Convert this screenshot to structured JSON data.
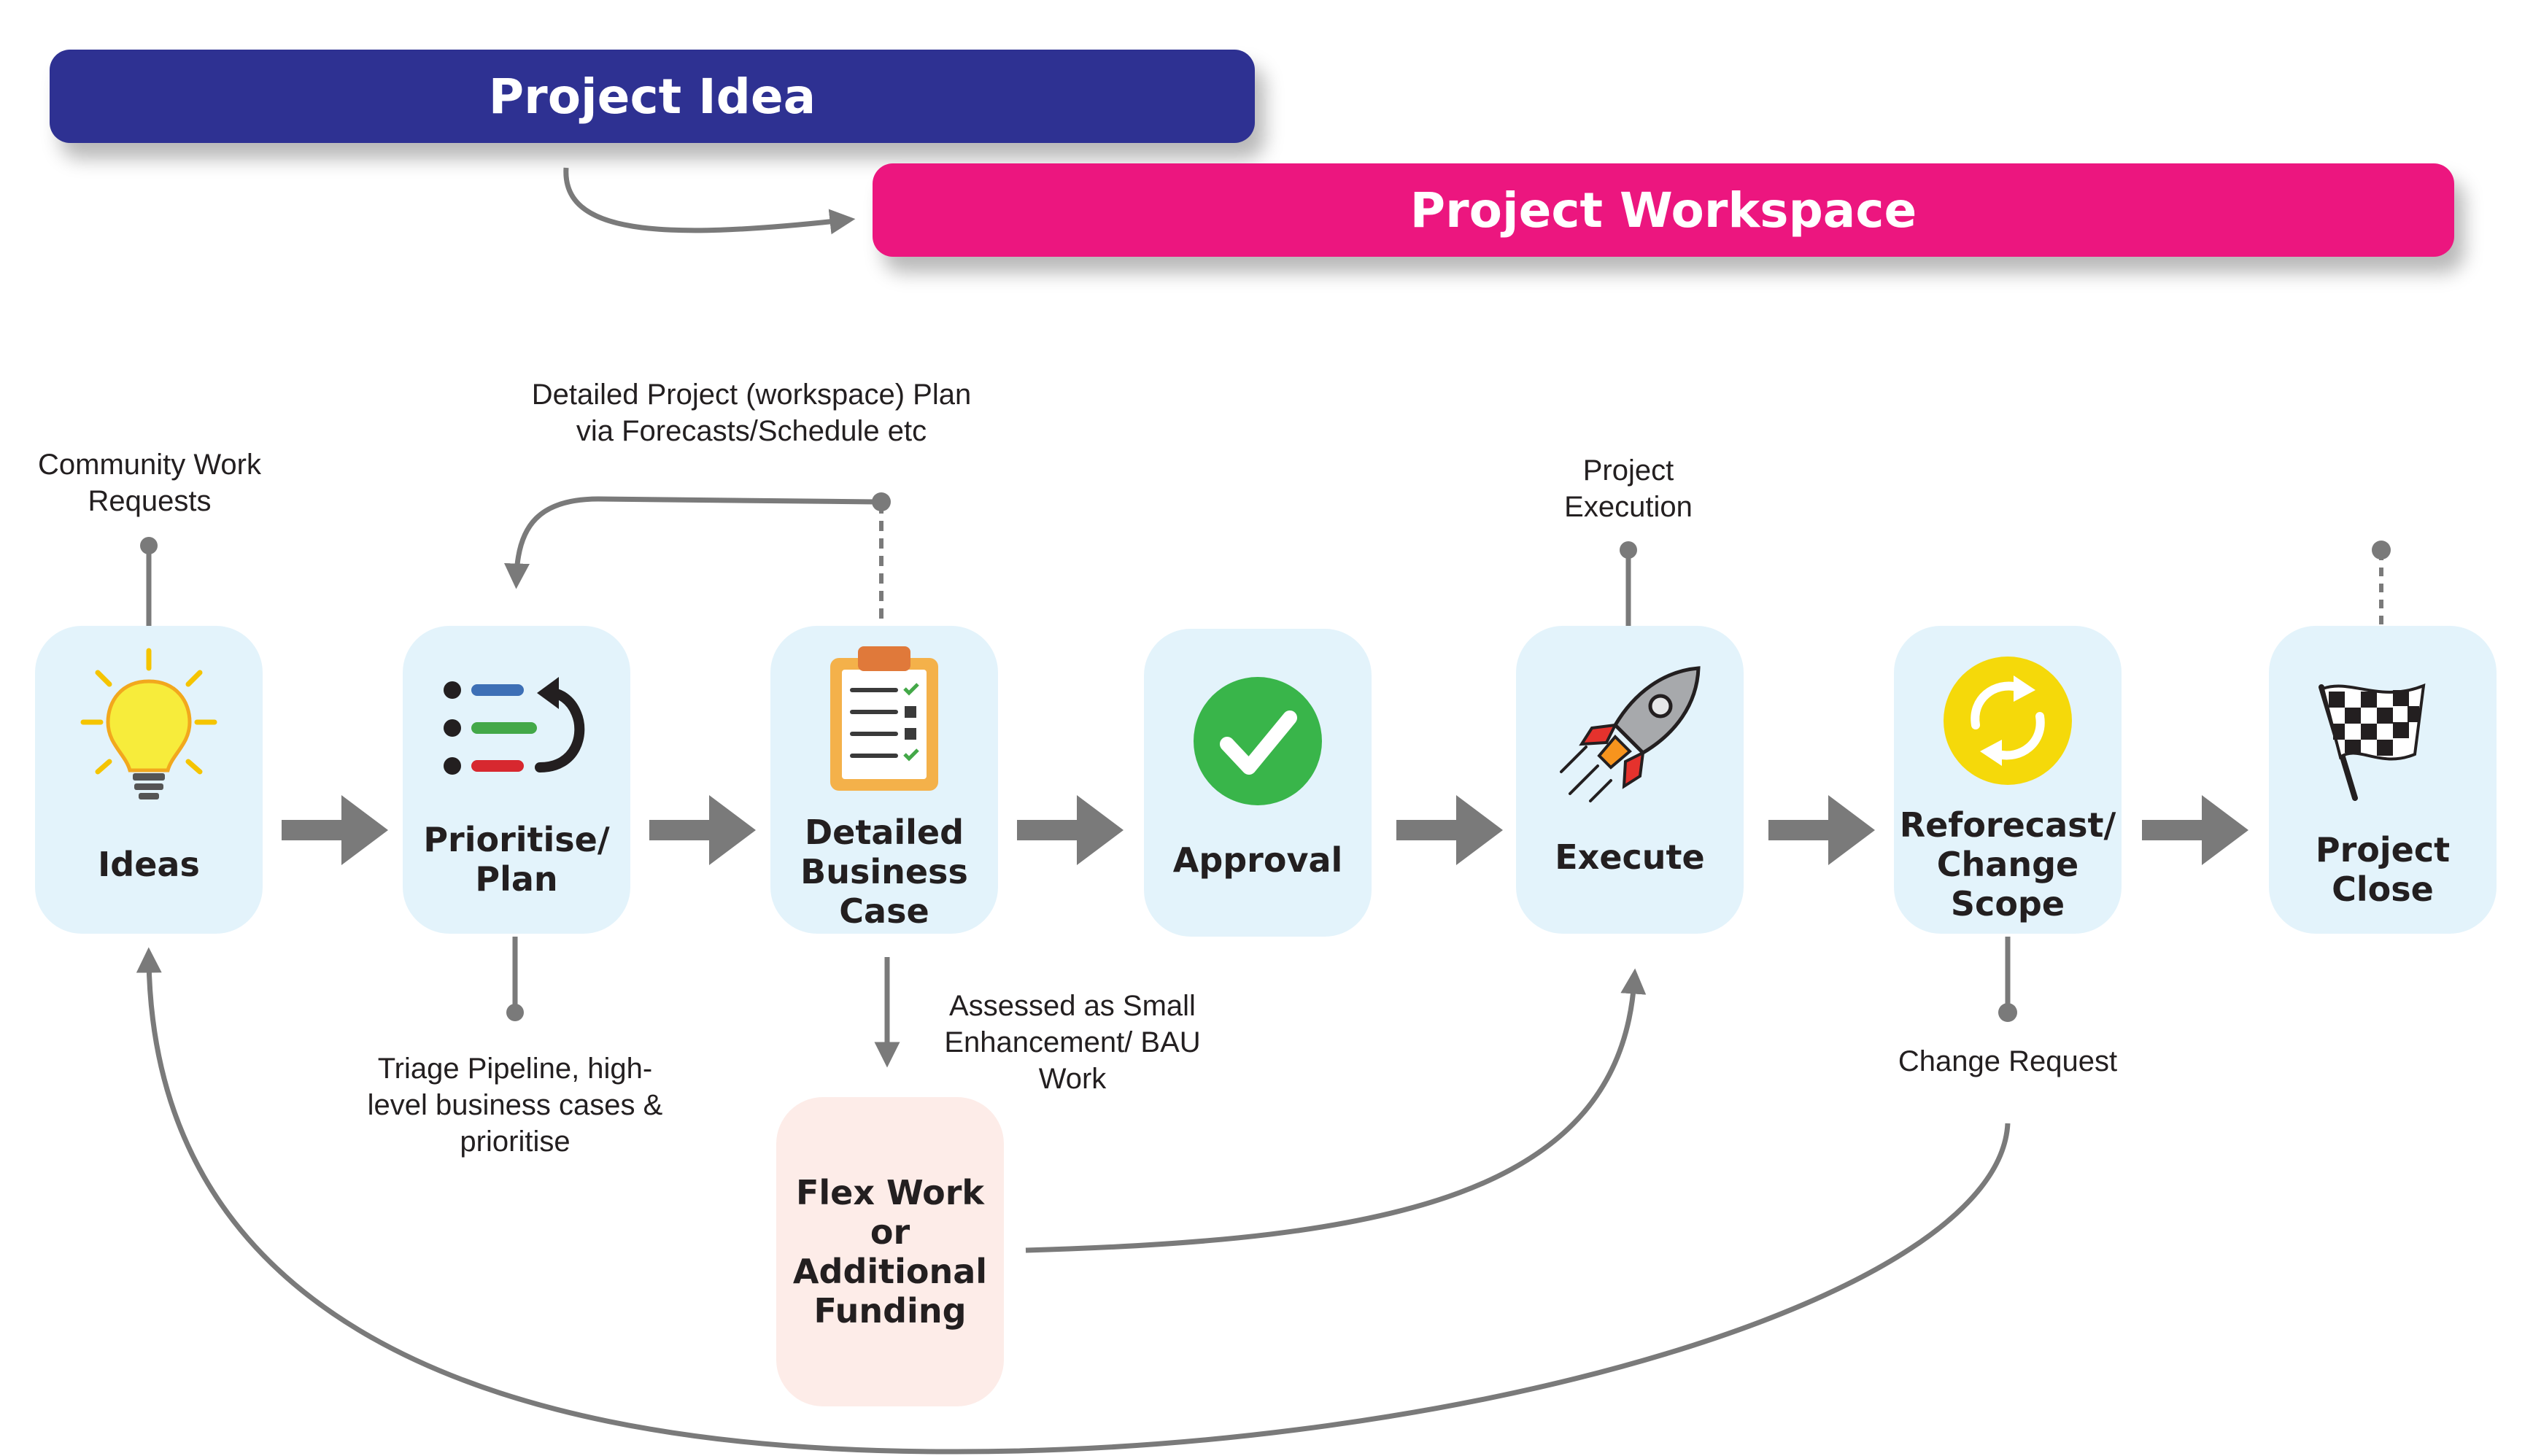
{
  "banners": {
    "idea": "Project Idea",
    "workspace": "Project Workspace"
  },
  "stages": [
    {
      "label": "Ideas",
      "icon": "lightbulb-icon"
    },
    {
      "label": "Prioritise/\nPlan",
      "icon": "prioritise-list-icon"
    },
    {
      "label": "Detailed\nBusiness\nCase",
      "icon": "clipboard-icon"
    },
    {
      "label": "Approval",
      "icon": "checkmark-icon"
    },
    {
      "label": "Execute",
      "icon": "rocket-icon"
    },
    {
      "label": "Reforecast/\nChange\nScope",
      "icon": "refresh-icon"
    },
    {
      "label": "Project\nClose",
      "icon": "checkered-flag-icon"
    }
  ],
  "flex": {
    "label": "Flex Work\nor\nAdditional\nFunding"
  },
  "notes": {
    "community": "Community Work\nRequests",
    "detailed_plan": "Detailed Project (workspace) Plan\nvia Forecasts/Schedule etc",
    "execution": "Project\nExecution",
    "triage": "Triage Pipeline, high-\nlevel business cases &\nprioritise",
    "assessed": "Assessed as Small\nEnhancement/ BAU\nWork",
    "change_request": "Change Request"
  },
  "colors": {
    "idea_banner": "#2e3192",
    "workspace_banner": "#ec167f",
    "card": "#e3f3fb",
    "flex_card": "#fdece8",
    "connector": "#7a7a7a"
  }
}
